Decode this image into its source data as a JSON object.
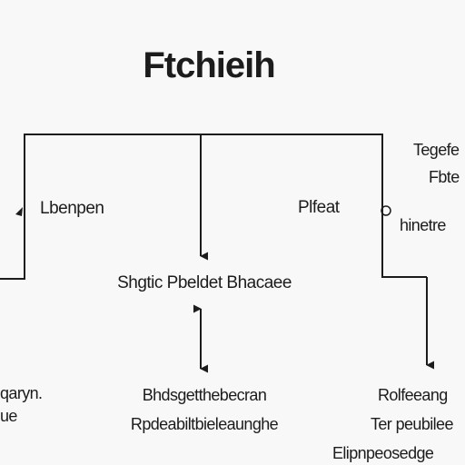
{
  "diagram": {
    "title": "Ftchieih",
    "nodes": {
      "left": "Lbenpen",
      "right": "Plfeat",
      "center": "Shgtic Pbeldet Bhacaee",
      "bottom_center_line1": "Bhdsgetthebecran",
      "bottom_center_line2": "Rpdeabiltbieleaunghe",
      "bottom_right_line1": "Rolfeeang",
      "bottom_right_line2": "Ter peubilee",
      "bottom_right_line3": "Elipnpeosedge"
    },
    "edge_labels": {
      "top_right_1": "Tegefe",
      "top_right_2": "Fbte",
      "mid_right": "hinetre",
      "left_1": "qaryn.",
      "left_2": "ue"
    }
  }
}
